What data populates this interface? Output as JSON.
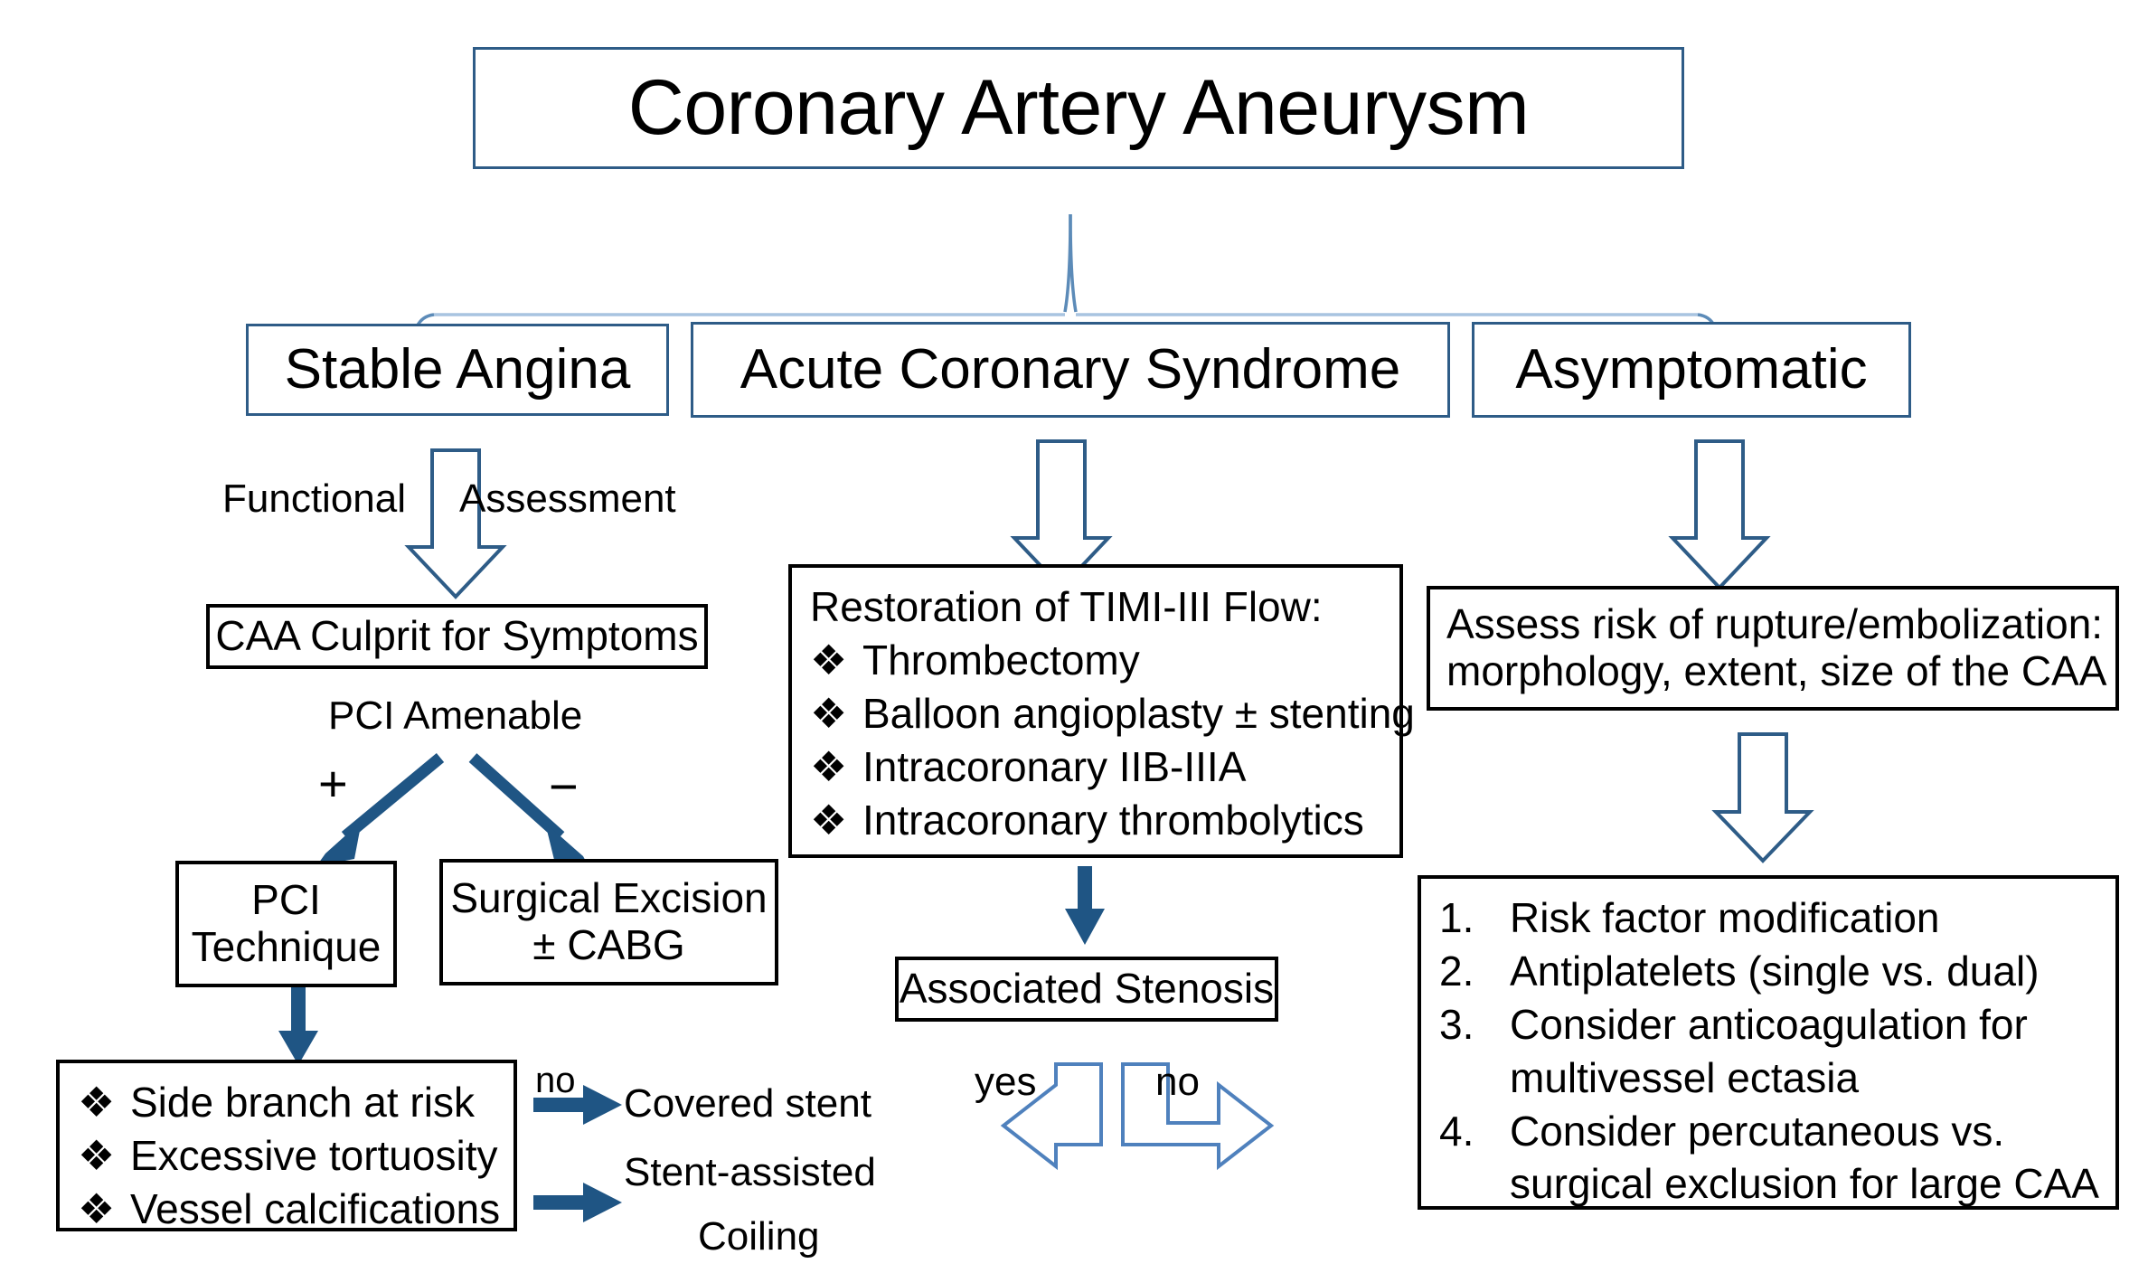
{
  "title": "Coronary Artery Aneurysm",
  "categories": [
    {
      "label": "Stable Angina"
    },
    {
      "label": "Acute Coronary Syndrome"
    },
    {
      "label": "Asymptomatic"
    }
  ],
  "stable_angina_branch": {
    "assessment_left": "Functional",
    "assessment_right": "Assessment",
    "culprit_box": "CAA Culprit for Symptoms",
    "decision_label": "PCI Amenable",
    "plus_sign": "+",
    "minus_sign": "−",
    "pci_technique_line1": "PCI",
    "pci_technique_line2": "Technique",
    "surgical_line1": "Surgical Excision",
    "surgical_line2": "± CABG",
    "risk_factors": {
      "bullet": "❖",
      "items": [
        "Side branch at risk",
        "Excessive tortuosity",
        "Vessel calcifications"
      ]
    },
    "no_label": "no",
    "outcome_1": "Covered stent",
    "outcome_2_line1": "Stent-assisted",
    "outcome_2_line2": "Coiling"
  },
  "acs_branch": {
    "restoration": {
      "heading": "Restoration of TIMI-III Flow:",
      "bullet": "❖",
      "items": [
        "Thrombectomy",
        "Balloon angioplasty ± stenting",
        "Intracoronary IIB-IIIA",
        "Intracoronary thrombolytics"
      ]
    },
    "stenosis_box": "Associated Stenosis",
    "yes_label": "yes",
    "no_label": "no"
  },
  "asymptomatic_branch": {
    "assess_line1": "Assess risk of rupture/embolization:",
    "assess_line2": "morphology, extent, size of the CAA",
    "management": {
      "items": [
        {
          "num": "1.",
          "lines": [
            "Risk factor modification"
          ]
        },
        {
          "num": "2.",
          "lines": [
            "Antiplatelets (single vs. dual)"
          ]
        },
        {
          "num": "3.",
          "lines": [
            "Consider anticoagulation for",
            "multivessel ectasia"
          ]
        },
        {
          "num": "4.",
          "lines": [
            "Consider percutaneous vs.",
            "surgical exclusion for large CAA"
          ]
        }
      ]
    }
  },
  "colors": {
    "accent_border": "#2E5C87",
    "arrow_solid": "#1F5584",
    "arrow_hollow_stroke": "#4F81BD",
    "brace": "#A8C4E0",
    "box_border": "#000000",
    "text": "#000000",
    "background": "#FFFFFF"
  }
}
